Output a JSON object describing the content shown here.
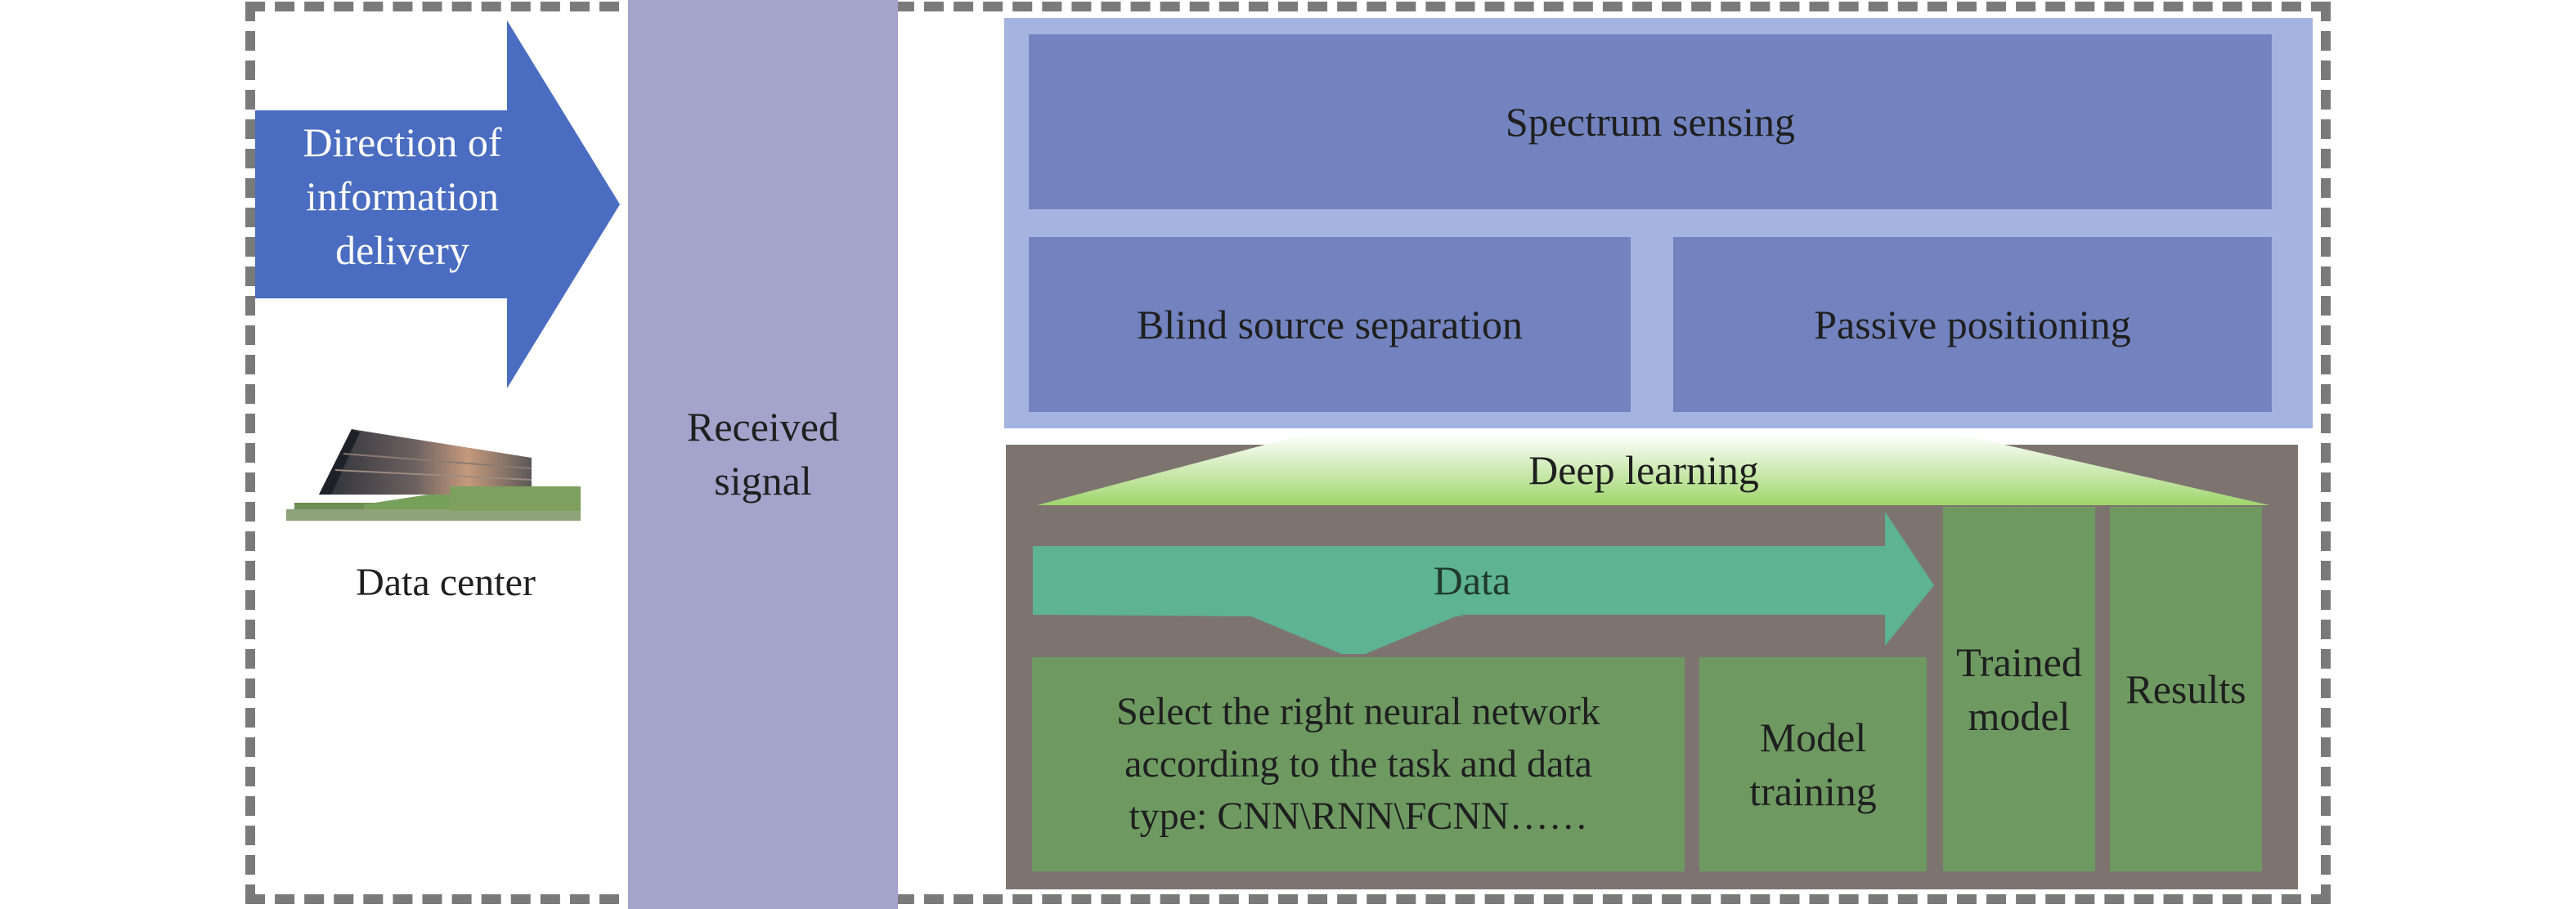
{
  "arrow": {
    "lines": [
      "Direction of",
      "information",
      "delivery"
    ]
  },
  "data_center": {
    "label": "Data center"
  },
  "received": {
    "lines": [
      "Received",
      "signal"
    ]
  },
  "top": {
    "spectrum": "Spectrum sensing",
    "blind": "Blind source separation",
    "passive": "Passive positioning"
  },
  "deep": {
    "title": "Deep learning",
    "data_label": "Data",
    "select_lines": [
      "Select the right neural network",
      "according to the task and data",
      "type: CNN\\RNN\\FCNN……"
    ],
    "model_training_lines": [
      "Model",
      "training"
    ],
    "trained_model_lines": [
      "Trained",
      "model"
    ],
    "results": "Results"
  },
  "colors": {
    "arrow_blue": "#4a6cc1",
    "received_purple": "#a4a3cb",
    "top_panel": "#a4b3e0",
    "box_blue": "#7283bf",
    "dl_panel": "#7d7470",
    "green_box": "#6e9a62",
    "teal_arrow": "#5db394",
    "frame_dash": "#7a7a7a"
  }
}
